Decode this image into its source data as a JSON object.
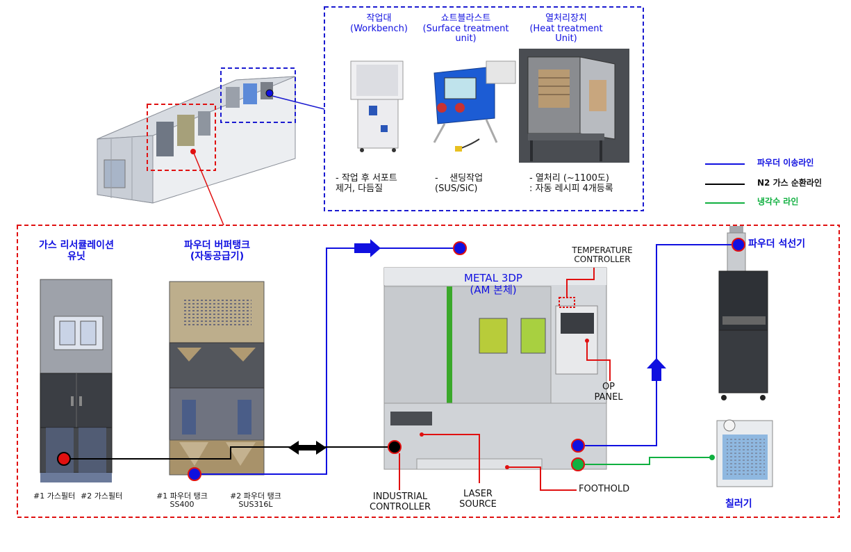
{
  "top_units": {
    "workbench": {
      "title": "작업대",
      "subtitle": "(Workbench)",
      "desc1": "- 작업 후 서포트",
      "desc2": "제거, 다듬질"
    },
    "blast": {
      "title": "쇼트블라스트",
      "subtitle1": "(Surface treatment",
      "subtitle2": "unit)",
      "desc1": "-    샌딩작업",
      "desc2": "(SUS/SiC)"
    },
    "heat": {
      "title": "열처리장치",
      "subtitle1": "(Heat treatment",
      "subtitle2": "Unit)",
      "desc1": "- 열처리 (~1100도)",
      "desc2": ": 자동 레시피 4개등록"
    }
  },
  "legend": {
    "powder_line": "파우더 이송라인",
    "n2_line": "N2 가스 순환라인",
    "cooling_line": "냉각수 라인"
  },
  "units": {
    "gas": {
      "title1": "가스 리서큘레이션",
      "title2": "유닛",
      "filter1": "#1 가스필터",
      "filter2": "#2 가스필터"
    },
    "buffer": {
      "title1": "파우더 버퍼탱크",
      "title2": "(자동공급기)",
      "tank1a": "#1 파우더 탱크",
      "tank1b": "SS400",
      "tank2a": "#2 파우더 탱크",
      "tank2b": "SUS316L"
    },
    "main": {
      "title1": "METAL 3DP",
      "title2": "(AM 본체)"
    },
    "sieve": {
      "title": "파우더 석선기"
    },
    "chiller": {
      "title": "칠러기"
    }
  },
  "callouts": {
    "temp1": "TEMPERATURE",
    "temp2": "CONTROLLER",
    "op1": "OP",
    "op2": "PANEL",
    "ind1": "INDUSTRIAL",
    "ind2": "CONTROLLER",
    "laser1": "LASER",
    "laser2": "SOURCE",
    "foothold": "FOOTHOLD"
  },
  "colors": {
    "powder": "#1010e0",
    "n2": "#000000",
    "cooling": "#10b040",
    "callout": "#e01010"
  }
}
